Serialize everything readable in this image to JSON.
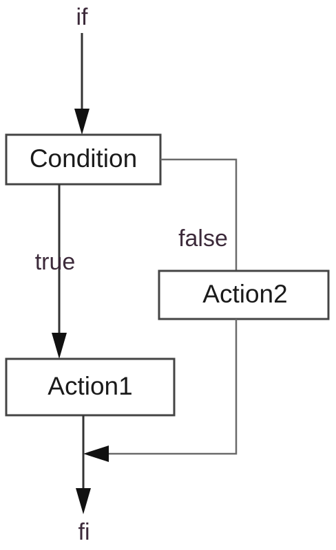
{
  "diagram": {
    "entry_label": "if",
    "exit_label": "fi",
    "true_label": "true",
    "false_label": "false",
    "nodes": {
      "condition": "Condition",
      "action1": "Action1",
      "action2": "Action2"
    }
  }
}
